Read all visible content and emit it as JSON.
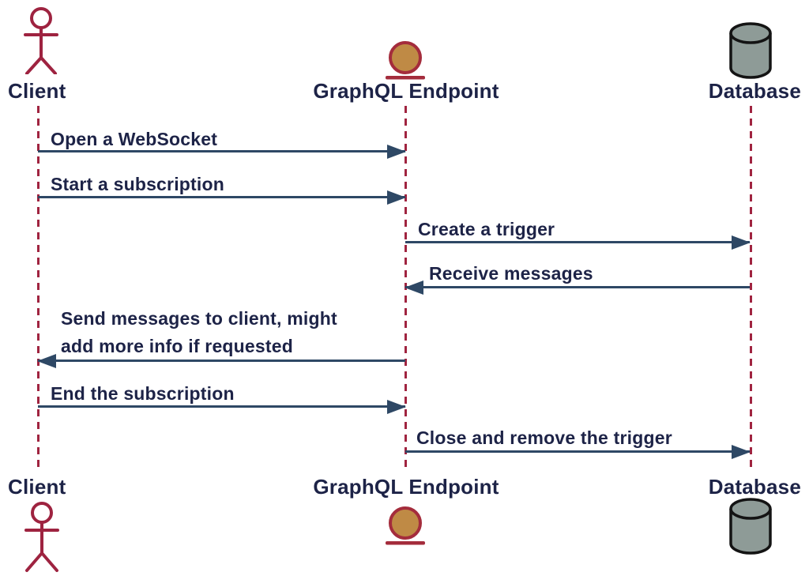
{
  "colors": {
    "text": "#1d2347",
    "arrow": "#2e4865",
    "lifeline": "#a02440",
    "person": "#9e2340",
    "entity_fill": "#bf8a45",
    "entity_stroke": "#a42c3c",
    "db_fill": "#8e9b97",
    "db_stroke": "#141414",
    "background": "#ffffff"
  },
  "diagram": {
    "type": "sequence",
    "actors": [
      {
        "id": "client",
        "label": "Client",
        "icon": "person-icon"
      },
      {
        "id": "graphql-endpoint",
        "label": "GraphQL Endpoint",
        "icon": "entity-circle-icon"
      },
      {
        "id": "database",
        "label": "Database",
        "icon": "database-cylinder-icon"
      }
    ],
    "messages": [
      {
        "from": "Client",
        "to": "GraphQL Endpoint",
        "direction": "right",
        "label": "Open a WebSocket"
      },
      {
        "from": "Client",
        "to": "GraphQL Endpoint",
        "direction": "right",
        "label": "Start a subscription"
      },
      {
        "from": "GraphQL Endpoint",
        "to": "Database",
        "direction": "right",
        "label": "Create a trigger"
      },
      {
        "from": "Database",
        "to": "GraphQL Endpoint",
        "direction": "left",
        "label": "Receive messages"
      },
      {
        "from": "GraphQL Endpoint",
        "to": "Client",
        "direction": "left",
        "label": "Send messages to client, might add more info if requested",
        "lines": [
          "Send messages to client, might",
          "add more info if requested"
        ]
      },
      {
        "from": "Client",
        "to": "GraphQL Endpoint",
        "direction": "right",
        "label": "End the subscription"
      },
      {
        "from": "GraphQL Endpoint",
        "to": "Database",
        "direction": "right",
        "label": "Close and remove the trigger"
      }
    ]
  }
}
